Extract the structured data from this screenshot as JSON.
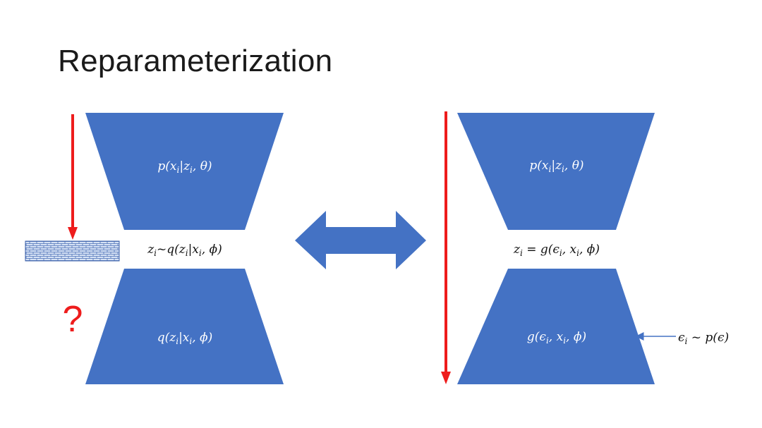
{
  "slide": {
    "title": "Reparameterization"
  },
  "left_model": {
    "decoder_label": "p(x|z, θ)",
    "latent_label": "z~q(z|x, ϕ)",
    "encoder_label": "q(z|x, ϕ)",
    "question_mark": "?"
  },
  "right_model": {
    "decoder_label": "p(x|z, θ)",
    "latent_label": "z = g(ϵ, x, ϕ)",
    "encoder_label": "g(ϵ, x, ϕ)",
    "noise_label": "ϵ ~ p(ϵ)"
  },
  "colors": {
    "block_fill": "#4472c4",
    "gradient_arrow": "#ee1c1c",
    "noise_arrow": "#4472c4",
    "title_text": "#1a1a1a"
  }
}
